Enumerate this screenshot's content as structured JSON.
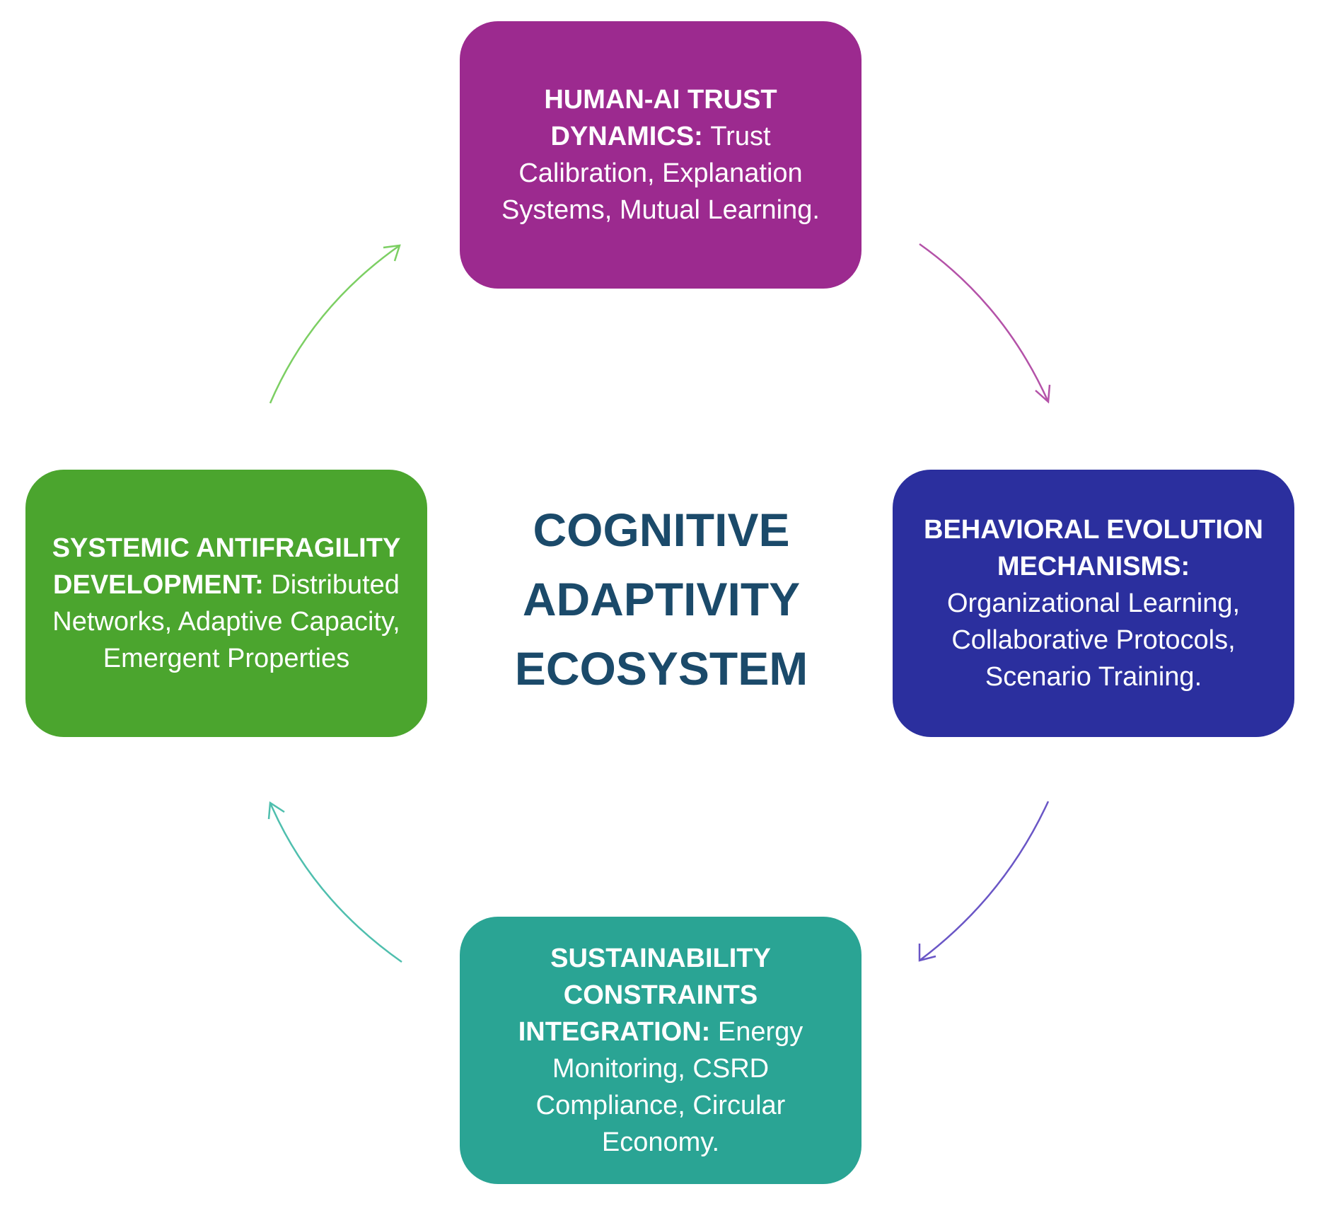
{
  "colors": {
    "trust": "#9c2a8f",
    "behavioral": "#2b2f9e",
    "sustainability": "#2aa494",
    "antifragility": "#4ba52e",
    "center_text": "#1b4a6a",
    "arrow_top_right": "#b452a8",
    "arrow_right_bottom": "#6a56c6",
    "arrow_bottom_left": "#4fbfae",
    "arrow_left_top": "#7ccf63"
  },
  "center": {
    "line1": "COGNITIVE",
    "line2": "ADAPTIVITY",
    "line3": "ECOSYSTEM"
  },
  "boxes": {
    "top": {
      "heading": "HUMAN-AI TRUST DYNAMICS:",
      "body": "Trust Calibration, Explanation Systems, Mutual Learning."
    },
    "right": {
      "heading": "BEHAVIORAL EVOLUTION MECHANISMS:",
      "body": "Organizational Learning, Collaborative Protocols, Scenario Training."
    },
    "bottom": {
      "heading": "SUSTAINABILITY CONSTRAINTS INTEGRATION:",
      "body": "Energy Monitoring, CSRD Compliance, Circular Economy."
    },
    "left": {
      "heading": "SYSTEMIC ANTIFRAGILITY DEVELOPMENT:",
      "body": "Distributed Networks, Adaptive Capacity, Emergent Properties"
    }
  },
  "arrow_icons": [
    "arrow-top-to-right-icon",
    "arrow-right-to-bottom-icon",
    "arrow-bottom-to-left-icon",
    "arrow-left-to-top-icon"
  ]
}
